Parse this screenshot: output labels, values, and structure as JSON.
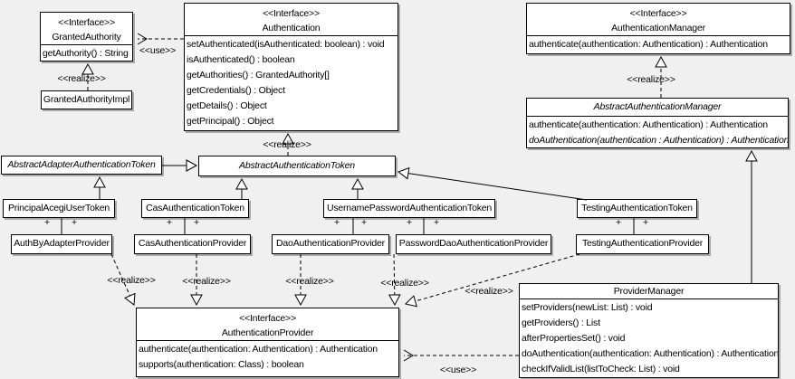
{
  "ui": {
    "stereotype_interface": "<<Interface>>",
    "label_realize": "<<realize>>",
    "label_use": "<<use>>",
    "label_plus": "+"
  },
  "colors": {
    "background": "#f0f0f0",
    "box_fill": "#ffffff",
    "line": "#000000",
    "shadow": "#a9a9a9"
  },
  "classes": {
    "granted_authority": {
      "stereotype": "<<Interface>>",
      "title": "GrantedAuthority",
      "methods": [
        "getAuthority() : String"
      ]
    },
    "granted_authority_impl": {
      "title": "GrantedAuthorityImpl"
    },
    "authentication": {
      "stereotype": "<<Interface>>",
      "title": "Authentication",
      "methods": [
        "setAuthenticated(isAuthenticated: boolean) : void",
        "isAuthenticated() : boolean",
        "getAuthorities() : GrantedAuthority[]",
        "getCredentials() : Object",
        "getDetails() : Object",
        "getPrincipal() : Object"
      ]
    },
    "authentication_manager": {
      "stereotype": "<<Interface>>",
      "title": "AuthenticationManager",
      "methods": [
        "authenticate(authentication: Authentication) : Authentication"
      ]
    },
    "abstract_authentication_manager": {
      "title": "AbstractAuthenticationManager",
      "methods": [
        "authenticate(authentication: Authentication) : Authentication",
        "doAuthentication(authentication : Authentication) : Authentication"
      ]
    },
    "abstract_adapter_authentication_token": {
      "title": "AbstractAdapterAuthenticationToken"
    },
    "abstract_authentication_token": {
      "title": "AbstractAuthenticationToken"
    },
    "principal_acegi_user_token": {
      "title": "PrincipalAcegiUserToken"
    },
    "cas_authentication_token": {
      "title": "CasAuthenticationToken"
    },
    "username_password_authentication_token": {
      "title": "UsernamePasswordAuthenticationToken"
    },
    "testing_authentication_token": {
      "title": "TestingAuthenticationToken"
    },
    "auth_by_adapter_provider": {
      "title": "AuthByAdapterProvider"
    },
    "cas_authentication_provider": {
      "title": "CasAuthenticationProvider"
    },
    "dao_authentication_provider": {
      "title": "DaoAuthenticationProvider"
    },
    "password_dao_authentication_provider": {
      "title": "PasswordDaoAuthenticationProvider"
    },
    "testing_authentication_provider": {
      "title": "TestingAuthenticationProvider"
    },
    "authentication_provider": {
      "stereotype": "<<Interface>>",
      "title": "AuthenticationProvider",
      "methods": [
        "authenticate(authentication: Authentication) : Authentication",
        "supports(authentication: Class) : boolean"
      ]
    },
    "provider_manager": {
      "title": "ProviderManager",
      "methods": [
        "setProviders(newList: List) : void",
        "getProviders() : List",
        "afterPropertiesSet() : void",
        "doAuthentication(authentication: Authentication) : Authentication",
        "checkIfValidList(listToCheck: List) : void"
      ]
    }
  }
}
